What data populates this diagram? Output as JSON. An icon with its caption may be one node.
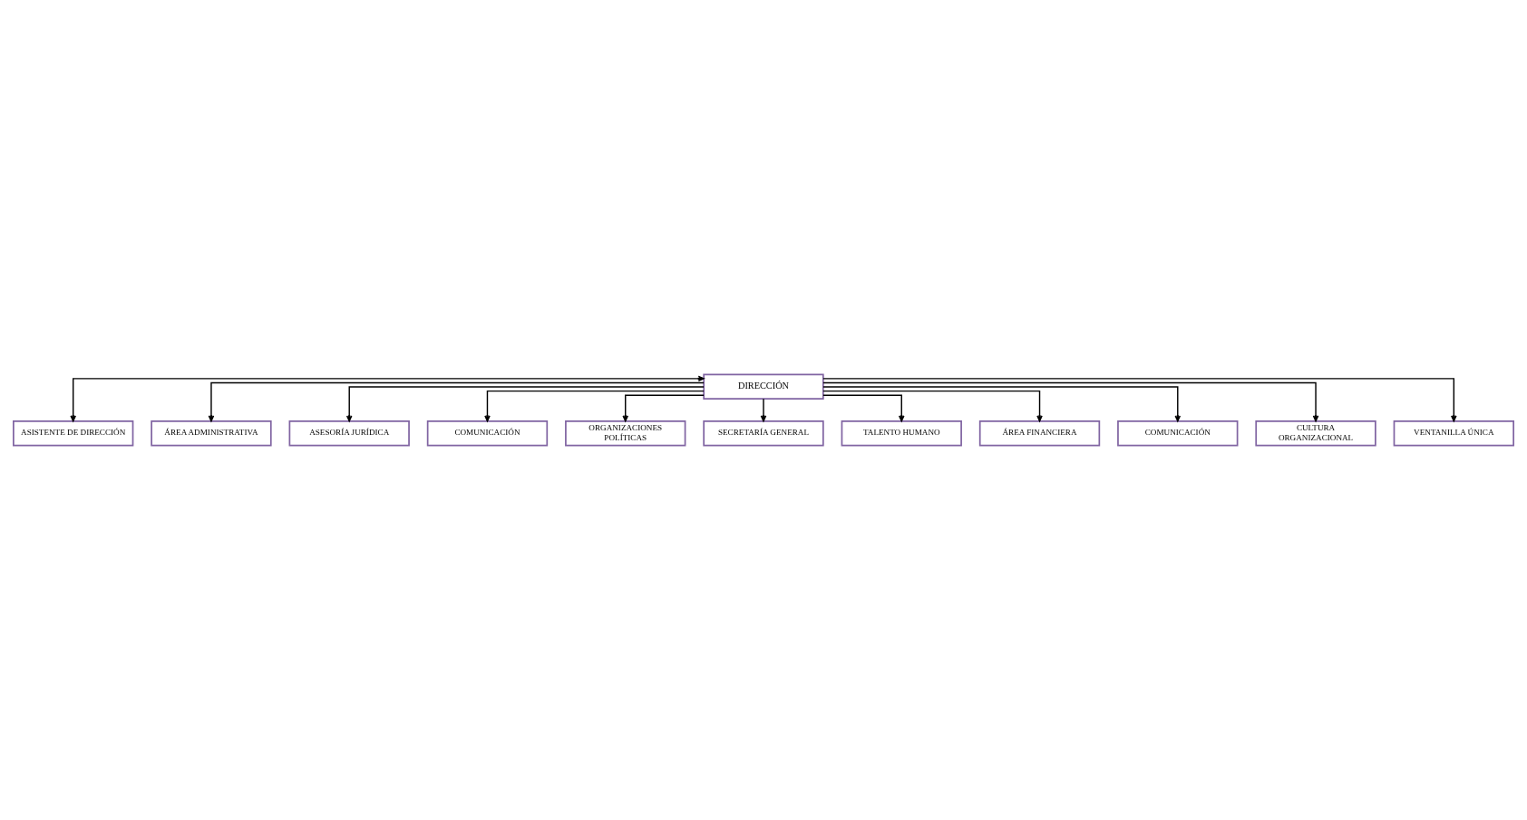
{
  "diagram": {
    "nodes": [
      {
        "text": [
          "DIRECCIÓN"
        ]
      },
      {
        "text": [
          "ASISTENTE DE DIRECCIÓN"
        ]
      },
      {
        "text": [
          "ÁREA ADMINISTRATIVA"
        ]
      },
      {
        "text": [
          "ASESORÍA JURÍDICA"
        ]
      },
      {
        "text": [
          "COMUNICACIÓN"
        ]
      },
      {
        "text": [
          "ORGANIZACIONES POLÍTICAS"
        ]
      },
      {
        "text": [
          "SECRETARÍA GENERAL"
        ]
      },
      {
        "text": [
          "TALENTO HUMANO"
        ]
      },
      {
        "text": [
          "ÁREA FINANCIERA"
        ]
      },
      {
        "text": [
          "COMUNICACIÓN"
        ]
      },
      {
        "text": [
          "CULTURA ORGANIZACIONAL"
        ]
      },
      {
        "text": [
          "VENTANILLA ÚNICA"
        ]
      }
    ],
    "edges": [
      {
        "from": 0,
        "to": 1,
        "arrow": "both"
      },
      {
        "from": 0,
        "to": 2,
        "arrow": "to"
      },
      {
        "from": 0,
        "to": 3,
        "arrow": "to"
      },
      {
        "from": 0,
        "to": 4,
        "arrow": "to"
      },
      {
        "from": 0,
        "to": 5,
        "arrow": "to"
      },
      {
        "from": 0,
        "to": 6,
        "arrow": "to"
      },
      {
        "from": 0,
        "to": 7,
        "arrow": "to"
      },
      {
        "from": 0,
        "to": 8,
        "arrow": "to"
      },
      {
        "from": 0,
        "to": 9,
        "arrow": "to"
      },
      {
        "from": 0,
        "to": 10,
        "arrow": "to"
      },
      {
        "from": 0,
        "to": 11,
        "arrow": "to"
      }
    ]
  }
}
